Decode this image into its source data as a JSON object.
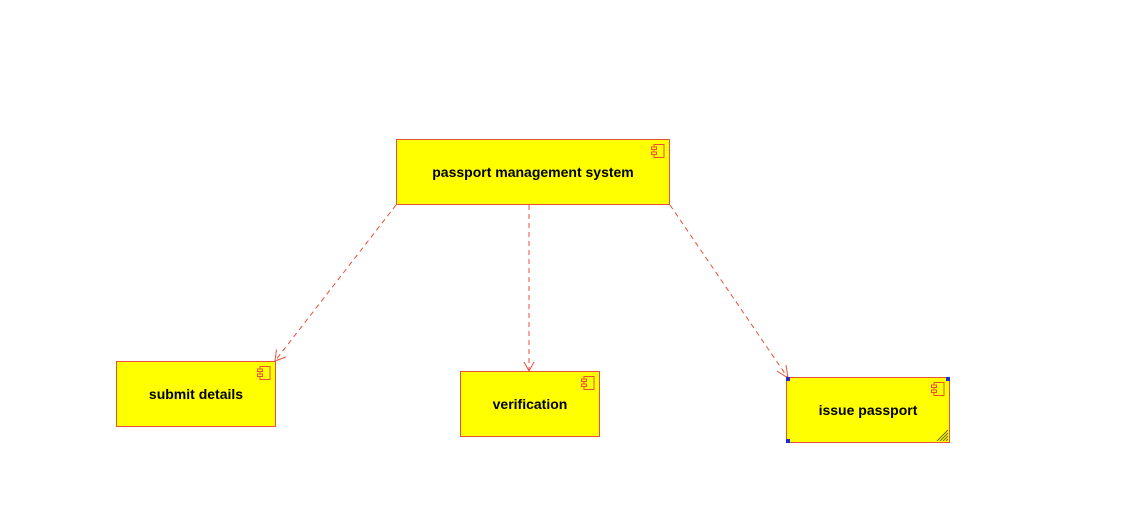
{
  "diagram": {
    "type": "uml-component-diagram",
    "colors": {
      "component_fill": "#ffff00",
      "component_border": "#e8503a",
      "dependency_line": "#e8503a",
      "selection_handle": "#1e2cd6"
    },
    "components": [
      {
        "id": "root",
        "label": "passport management system",
        "icon": "component-icon"
      },
      {
        "id": "submit",
        "label": "submit details",
        "icon": "component-icon"
      },
      {
        "id": "verify",
        "label": "verification",
        "icon": "component-icon"
      },
      {
        "id": "issue",
        "label": "issue passport",
        "icon": "component-icon",
        "selected": true
      }
    ],
    "dependencies": [
      {
        "from": "root",
        "to": "submit",
        "style": "dashed-arrow"
      },
      {
        "from": "root",
        "to": "verify",
        "style": "dashed-arrow"
      },
      {
        "from": "root",
        "to": "issue",
        "style": "dashed-arrow"
      }
    ]
  }
}
